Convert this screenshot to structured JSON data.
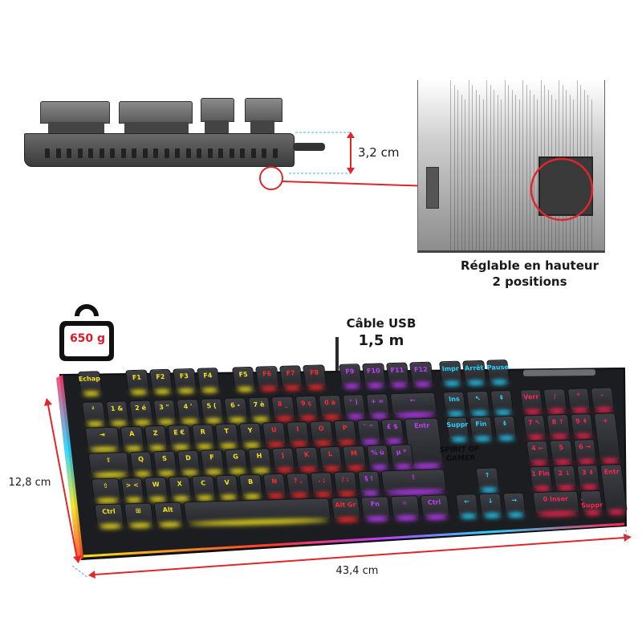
{
  "side_view": {
    "height_label": "3,2 cm"
  },
  "feet": {
    "caption_line1": "Réglable en hauteur",
    "caption_line2": "2 positions"
  },
  "weight": {
    "label": "650 g",
    "color": "#d4202a"
  },
  "cable": {
    "title": "Câble USB",
    "length": "1,5 m"
  },
  "dimensions": {
    "depth": "12,8 cm",
    "width": "43,4 cm",
    "arrow_color": "#e0262b"
  },
  "keyboard": {
    "brand_logo": "SPIRIT OF GAMER",
    "rgb_colors": [
      "#f3e21c",
      "#f3e21c",
      "#ff2a2a",
      "#c23cff",
      "#24d4ff",
      "#ff2450"
    ],
    "rows": [
      [
        "Echap",
        "F1",
        "F2",
        "F3",
        "F4",
        "F5",
        "F6",
        "F7",
        "F8",
        "F9",
        "F10",
        "F11",
        "F12",
        "Impr",
        "Arrêt",
        "Pause"
      ],
      [
        "²",
        "1 &",
        "2 é",
        "3 \"",
        "4 '",
        "5 (",
        "6 -",
        "7 è",
        "8 _",
        "9 ç",
        "0 à",
        "° )",
        "+ =",
        "←",
        "Ins",
        "↖",
        "⇞",
        "Verr",
        "/",
        "*",
        "-"
      ],
      [
        "⇥",
        "A",
        "Z",
        "E €",
        "R",
        "T",
        "Y",
        "U",
        "I",
        "O",
        "P",
        "¨ ^",
        "£ $",
        "Entr",
        "Suppr",
        "Fin",
        "⇟",
        "7 ↖",
        "8 ↑",
        "9 ⇞",
        "+"
      ],
      [
        "⇪",
        "Q",
        "S",
        "D",
        "F",
        "G",
        "H",
        "J",
        "K",
        "L",
        "M",
        "% ù",
        "µ *",
        "4 ←",
        "5",
        "6 →"
      ],
      [
        "⇧",
        "> <",
        "W",
        "X",
        "C",
        "V",
        "B",
        "N",
        "? ,",
        ". ;",
        "/ :",
        "§ !",
        "⇧",
        "↑",
        "1 Fin",
        "2 ↓",
        "3 ⇟",
        "Entr"
      ],
      [
        "Ctrl",
        "⊞",
        "Alt",
        "",
        "Alt Gr",
        "Fn",
        "☼",
        "Ctrl",
        "←",
        "↓",
        "→",
        "0 Inser",
        ". Suppr"
      ]
    ]
  }
}
